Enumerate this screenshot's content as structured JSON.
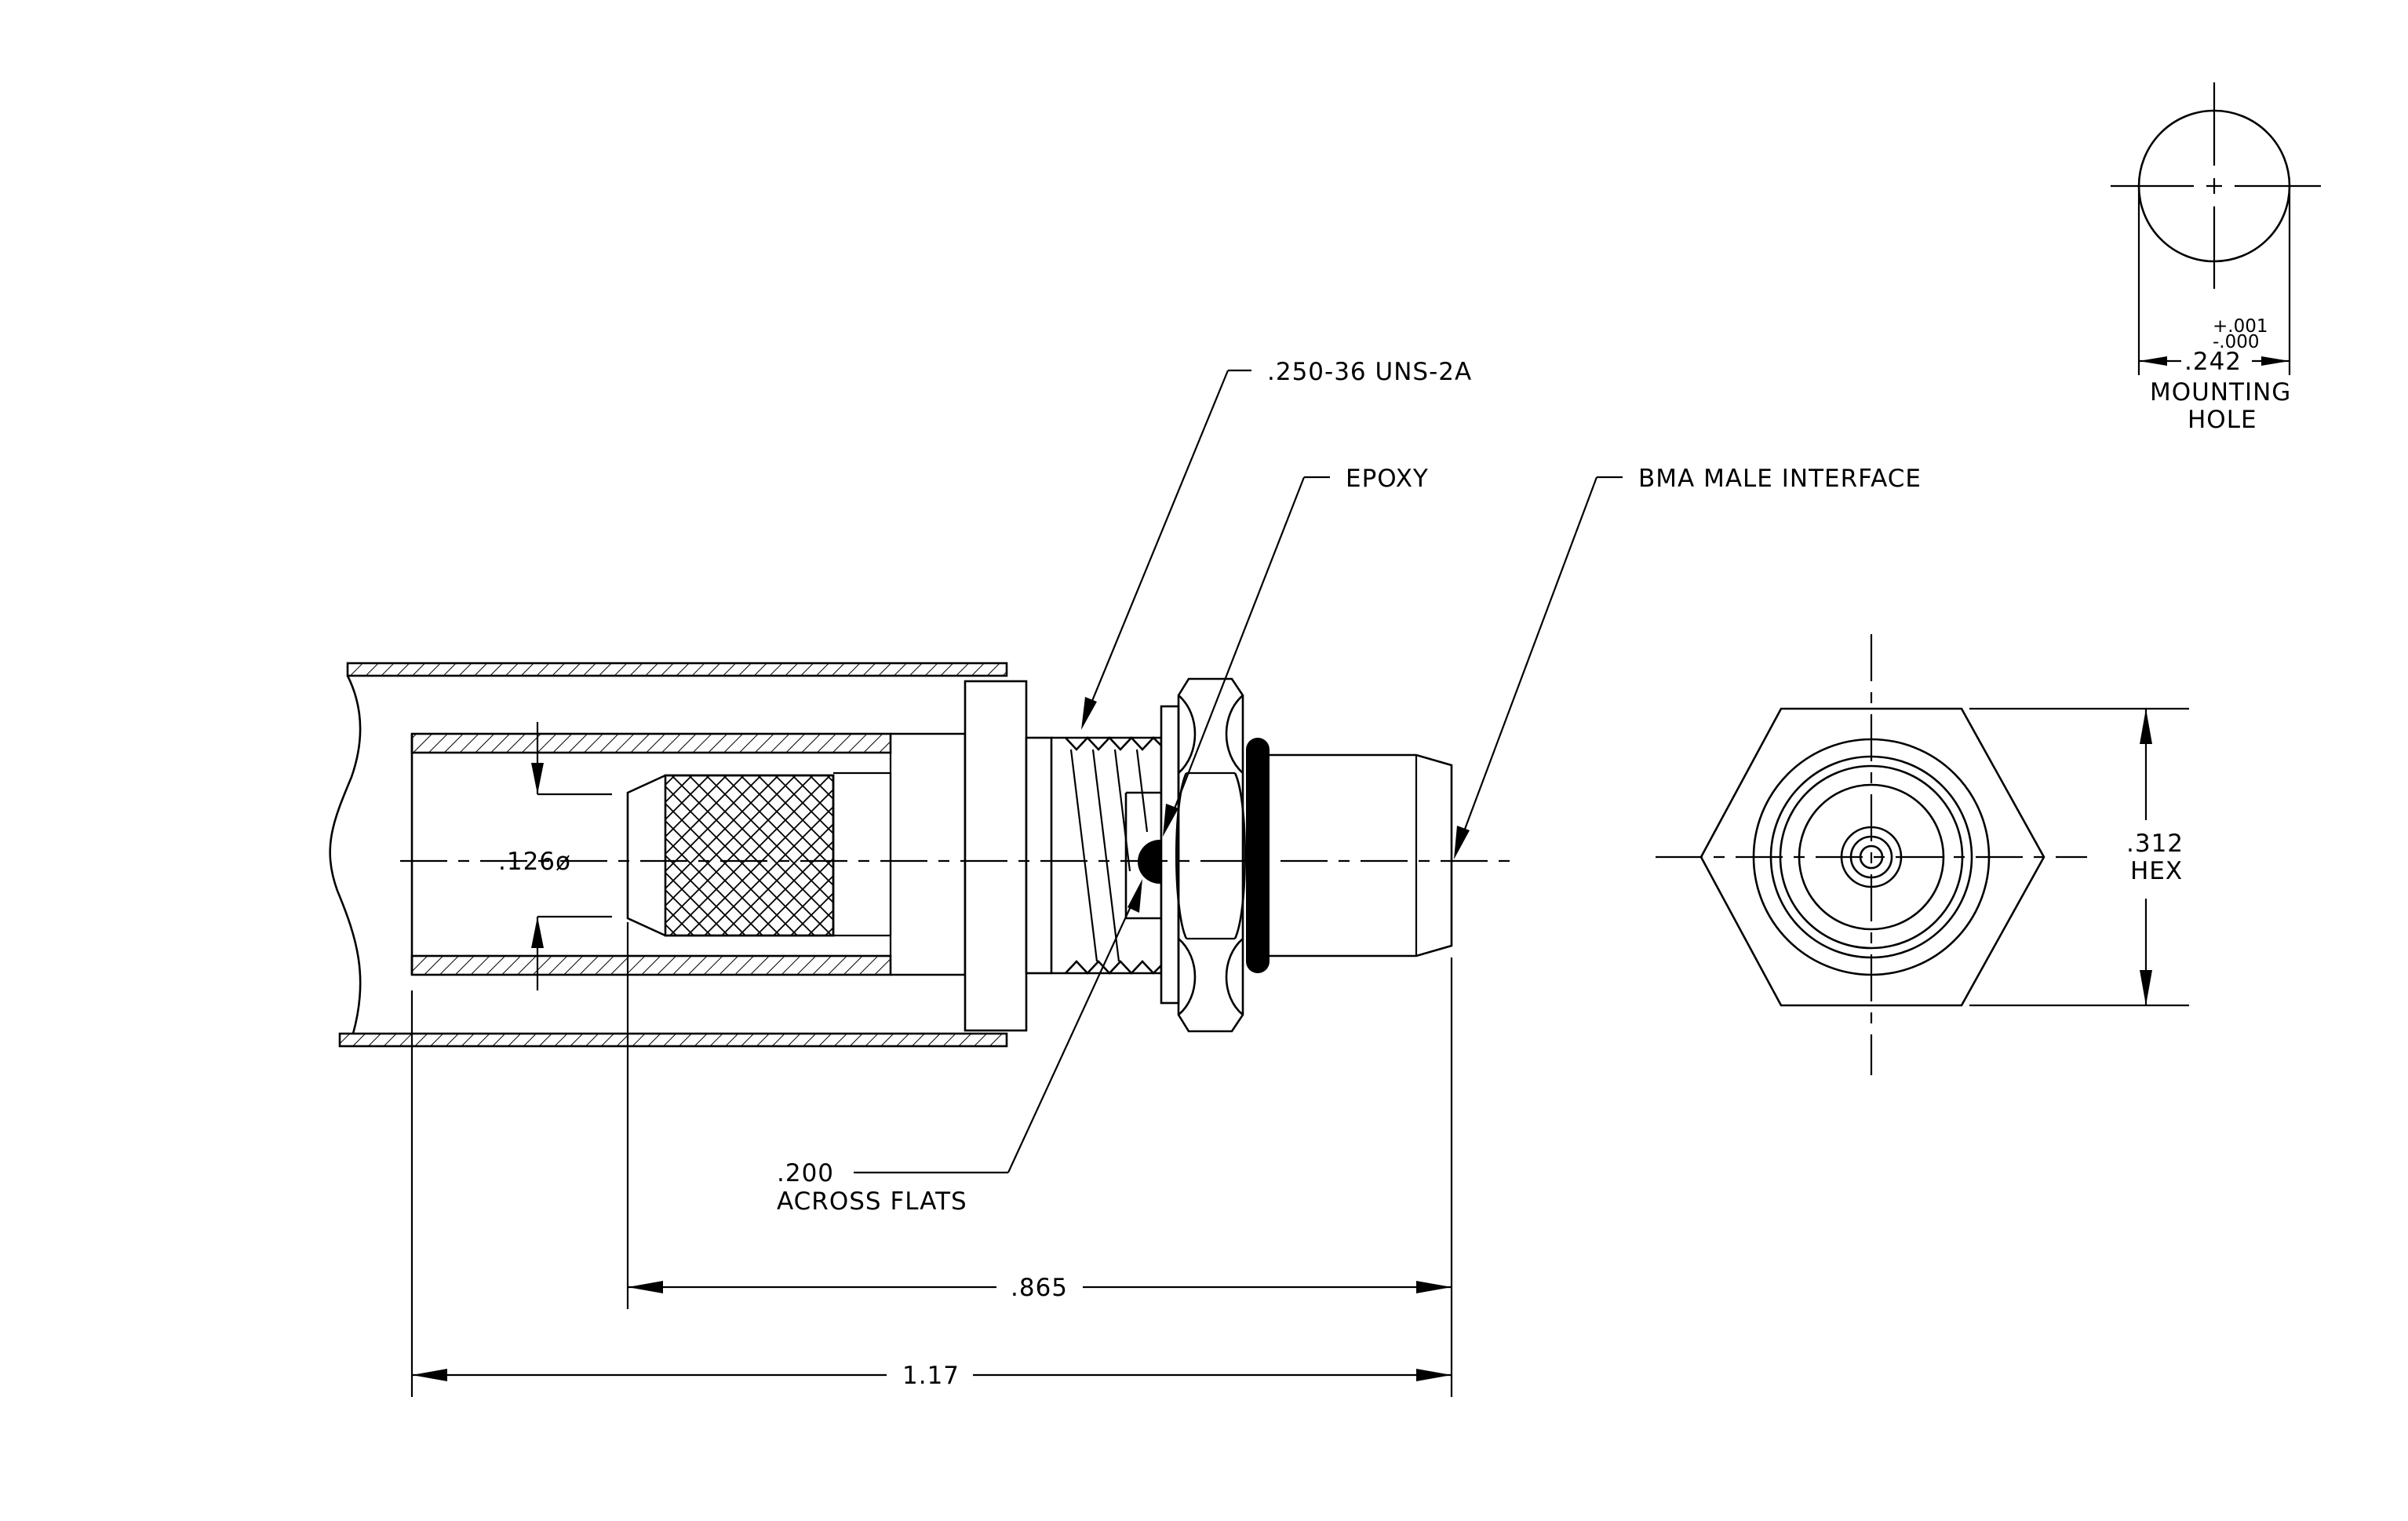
{
  "callouts": {
    "thread": ".250-36 UNS-2A",
    "epoxy": "EPOXY",
    "interface": "BMA MALE INTERFACE",
    "flats_value": ".200",
    "flats_text": "ACROSS FLATS"
  },
  "dimensions": {
    "pin_diameter": ".126ø",
    "length_inner": ".865",
    "length_overall": "1.17",
    "hex_value": ".312",
    "hex_text": "HEX"
  },
  "mounting_hole": {
    "tol_plus": "+.001",
    "tol_minus": "-.000",
    "diameter": ".242",
    "label_1": "MOUNTING",
    "label_2": "HOLE"
  }
}
